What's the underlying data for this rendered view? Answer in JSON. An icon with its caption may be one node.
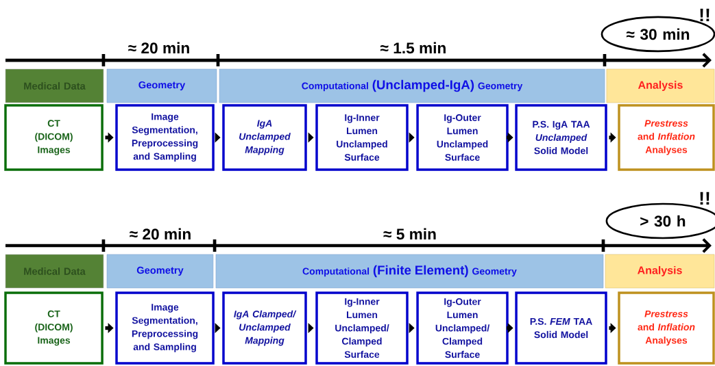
{
  "diagram": {
    "nodes": [
      {
        "text": [
          "≈ 30 min"
        ]
      },
      {
        "text": [
          "Medical Data"
        ]
      },
      {
        "text": [
          "Geometry"
        ]
      },
      {
        "text": [
          "Computational",
          "(Unclamped-IgA)",
          "Geometry"
        ]
      },
      {
        "text": [
          "Analysis"
        ]
      },
      {
        "text": [
          "CT (DICOM) Images"
        ]
      },
      {
        "text": [
          "Image Segmentation, Preprocessing and Sampling"
        ]
      },
      {
        "text": [
          "IgA Unclamped Mapping"
        ]
      },
      {
        "text": [
          "Ig-Inner Lumen Unclamped Surface"
        ]
      },
      {
        "text": [
          "Ig-Outer Lumen Unclamped Surface"
        ]
      },
      {
        "text": [
          "P.S. IgA TAA *Unclamped* Solid Model"
        ]
      },
      {
        "text": [
          "*Prestress* and *Inflation* Analyses"
        ]
      },
      {
        "text": [
          "> 30 h"
        ]
      },
      {
        "text": [
          "Medical Data"
        ]
      },
      {
        "text": [
          "Geometry"
        ]
      },
      {
        "text": [
          "Computational",
          "(Finite Element)",
          "Geometry"
        ]
      },
      {
        "text": [
          "Analysis"
        ]
      },
      {
        "text": [
          "CT (DICOM) Images"
        ]
      },
      {
        "text": [
          "Image Segmentation, Preprocessing and Sampling"
        ]
      },
      {
        "text": [
          "IgA Clamped/ Unclamped Mapping"
        ]
      },
      {
        "text": [
          "Ig-Inner Lumen Unclamped/ Clamped Surface"
        ]
      },
      {
        "text": [
          "Ig-Outer Lumen Unclamped/ Clamped Surface"
        ]
      },
      {
        "text": [
          "P.S. *FEM* TAA Solid Model"
        ]
      },
      {
        "text": [
          "*Prestress* and *Inflation* Analyses"
        ]
      }
    ],
    "edges": [
      {
        "from": 5,
        "to": 6,
        "arrow": "to"
      },
      {
        "from": 6,
        "to": 7,
        "arrow": "to"
      },
      {
        "from": 7,
        "to": 8,
        "arrow": "to"
      },
      {
        "from": 8,
        "to": 9,
        "arrow": "to"
      },
      {
        "from": 9,
        "to": 10,
        "arrow": "to"
      },
      {
        "from": 10,
        "to": 11,
        "arrow": "to"
      },
      {
        "from": 17,
        "to": 18,
        "arrow": "to"
      },
      {
        "from": 18,
        "to": 19,
        "arrow": "to"
      },
      {
        "from": 19,
        "to": 20,
        "arrow": "to"
      },
      {
        "from": 20,
        "to": 21,
        "arrow": "to"
      },
      {
        "from": 21,
        "to": 22,
        "arrow": "to"
      },
      {
        "from": 22,
        "to": 23,
        "arrow": "to"
      }
    ],
    "labels": [
      "!!",
      "≈ 20 min",
      "≈ 1.5 min",
      "!!",
      "≈ 20 min",
      "≈ 5 min"
    ]
  }
}
